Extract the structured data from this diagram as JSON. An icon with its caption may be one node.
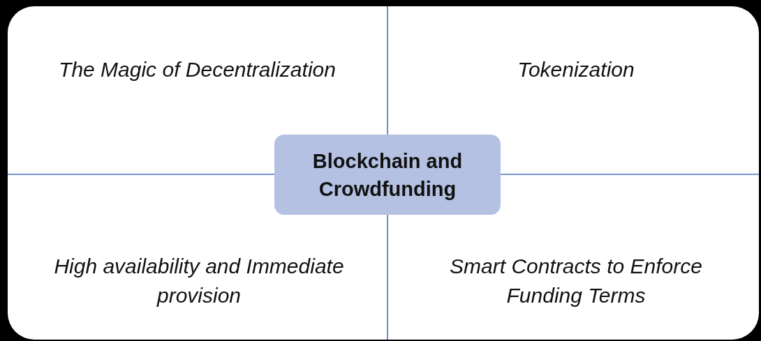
{
  "diagram": {
    "nodes": [
      {
        "text": [
          "The Magic of Decentralization"
        ]
      },
      {
        "text": [
          "Tokenization"
        ]
      },
      {
        "text": [
          "Blockchain and Crowdfunding"
        ]
      },
      {
        "text": [
          "High availability and Immediate provision"
        ]
      },
      {
        "text": [
          "Smart Contracts to Enforce Funding Terms"
        ]
      }
    ]
  }
}
